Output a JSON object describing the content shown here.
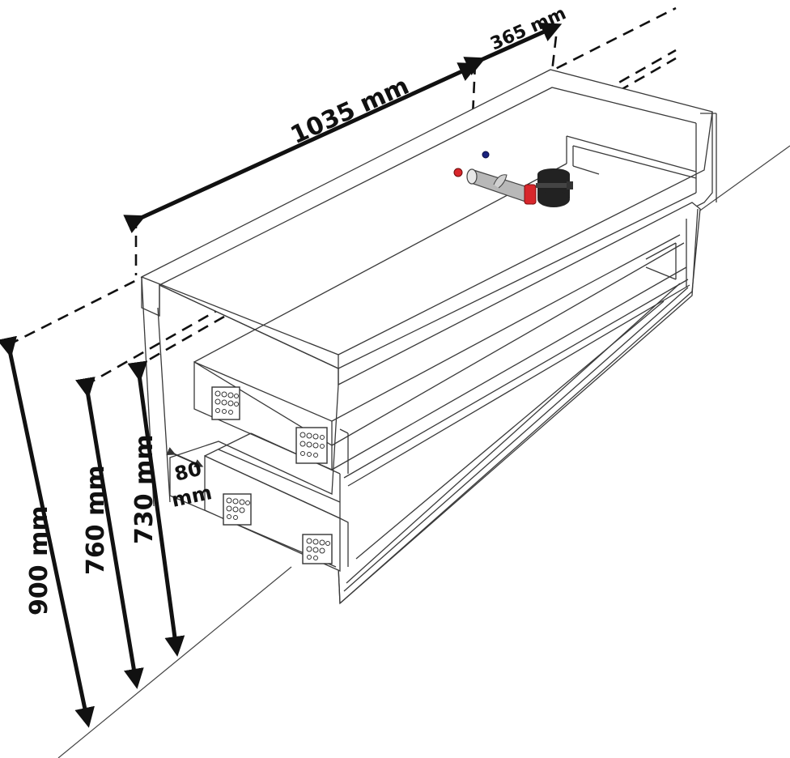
{
  "dimensions": {
    "total_depth": "1035 mm",
    "rear_offset": "365 mm",
    "height_top": "900 mm",
    "height_middle": "760 mm",
    "height_lower": "730 mm",
    "drawer_gap_value": "80",
    "drawer_gap_unit": "mm"
  },
  "colors": {
    "hot_valve": "#d8262b",
    "cold_valve": "#1a237e",
    "siphon": "#222222",
    "pipe": "#b8b8b8",
    "dim_arrow": "#111111"
  },
  "icons": {
    "siphon": "siphon-trap-icon",
    "hot_valve": "hot-water-valve-icon",
    "cold_valve": "cold-water-valve-icon",
    "drawer_hardware": "drawer-runner-bracket-icon"
  }
}
